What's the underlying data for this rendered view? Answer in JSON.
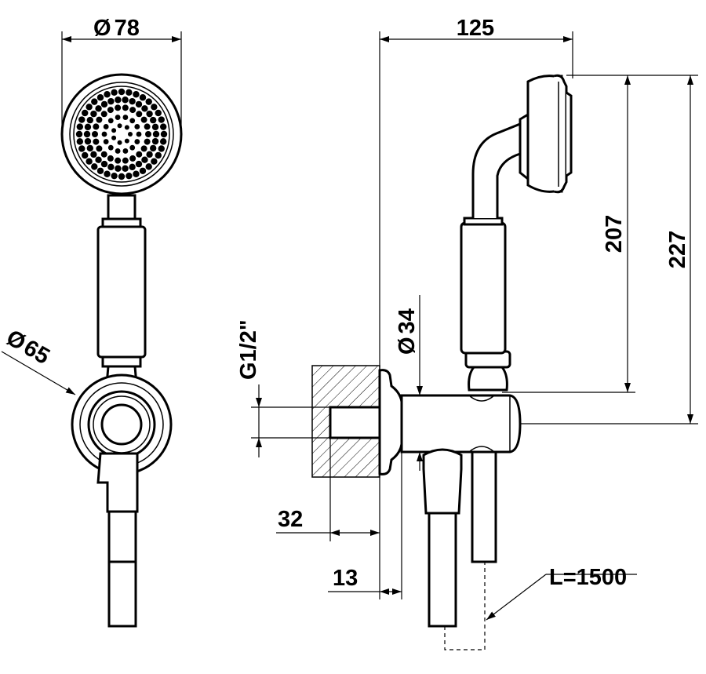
{
  "dimensions": {
    "head_diameter": {
      "symbol": "Ø",
      "value": "78"
    },
    "flange_diameter": {
      "symbol": "Ø",
      "value": "65"
    },
    "outlet_diameter": {
      "symbol": "Ø",
      "value": "34"
    },
    "total_depth": "125",
    "head_height": "207",
    "total_height": "227",
    "thread": "G1/2\"",
    "thread_length": "32",
    "flange_offset": "13",
    "hose_length": "L=1500"
  }
}
